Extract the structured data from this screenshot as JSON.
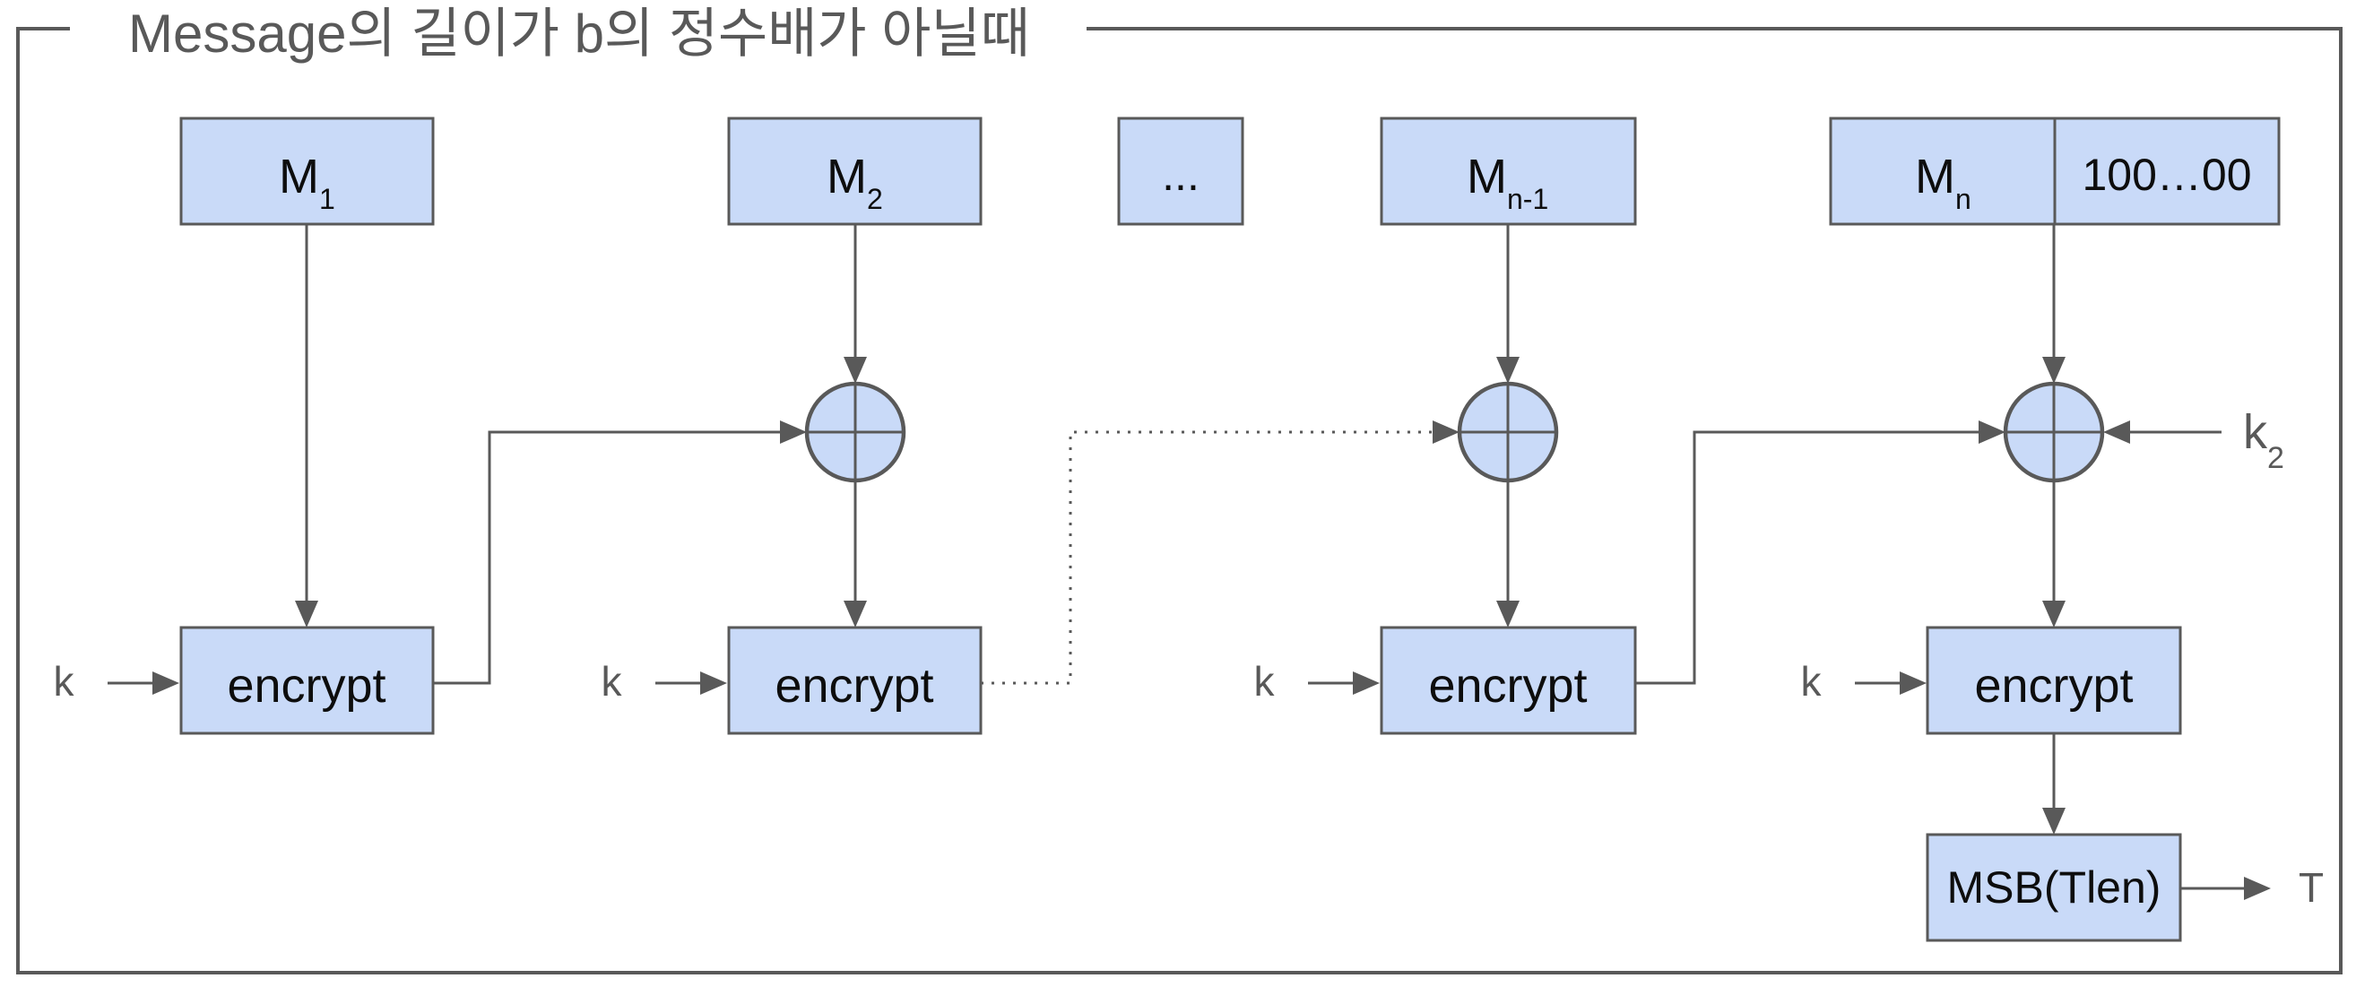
{
  "title": "Message의 길이가 b의 정수배가 아닐때",
  "colors": {
    "background": "#ffffff",
    "box_fill": "#c9daf8",
    "box_stroke": "#595959",
    "line": "#595959",
    "text_dark": "#0d0d0d",
    "text_gray": "#595959"
  },
  "blocks": {
    "m1": {
      "base": "M",
      "sub": "1"
    },
    "m2": {
      "base": "M",
      "sub": "2"
    },
    "ellipsis": "...",
    "mn_minus1": {
      "base": "M",
      "sub": "n-1"
    },
    "mn": {
      "base": "M",
      "sub": "n"
    },
    "padding": "100…00",
    "encrypt": "encrypt",
    "msb": "MSB(Tlen)"
  },
  "labels": {
    "key": "k",
    "key2": {
      "base": "k",
      "sub": "2"
    },
    "output": "T"
  }
}
